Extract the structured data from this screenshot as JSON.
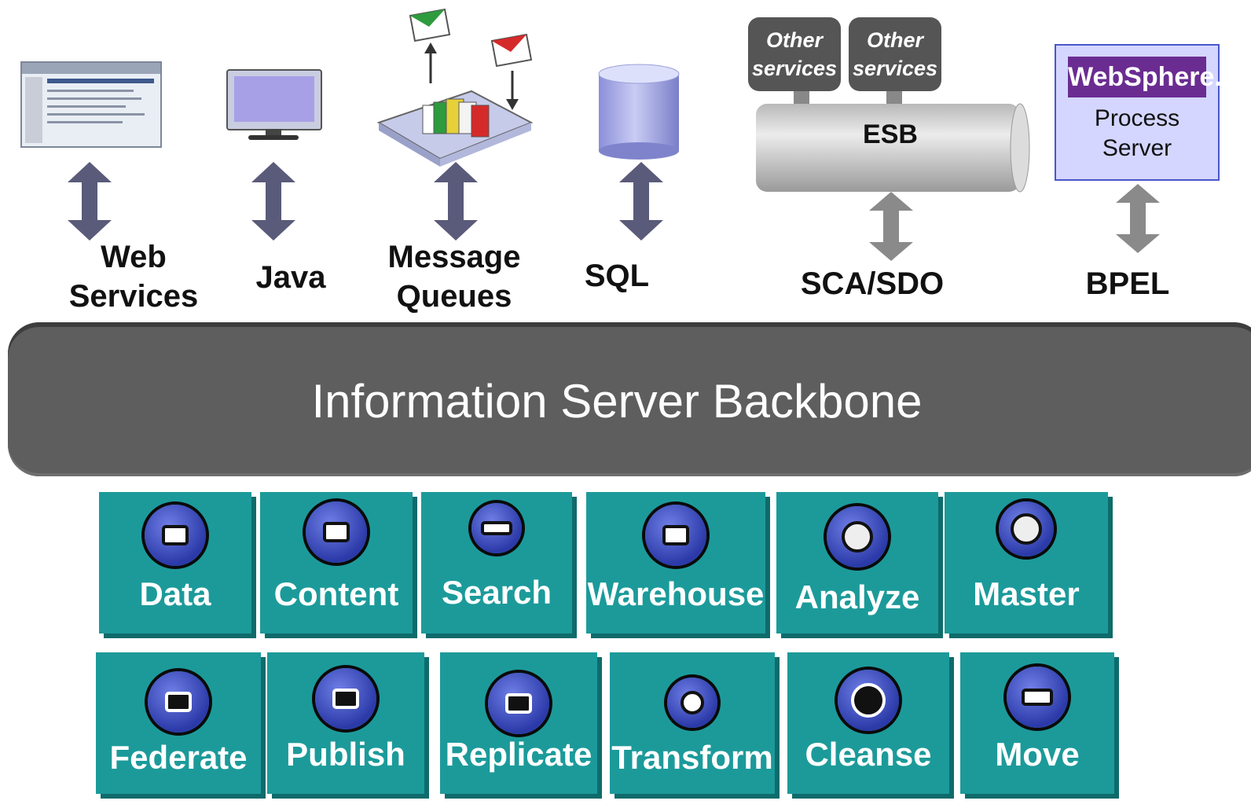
{
  "top": {
    "labels": {
      "web_services_line1": "Web",
      "web_services_line2": "Services",
      "java": "Java",
      "message_queues_line1": "Message",
      "message_queues_line2": "Queues",
      "sql": "SQL",
      "sca_sdo": "SCA/SDO",
      "bpel": "BPEL"
    },
    "esb": {
      "label": "ESB",
      "other_services": [
        {
          "line1": "Other",
          "line2": "services"
        },
        {
          "line1": "Other",
          "line2": "services"
        }
      ]
    },
    "websphere": {
      "logo": "WebSphere.",
      "line1": "Process",
      "line2": "Server"
    }
  },
  "backbone": {
    "title": "Information Server Backbone"
  },
  "tiles_row1": [
    "Data",
    "Content",
    "Search",
    "Warehouse",
    "Analyze",
    "Master"
  ],
  "tiles_row2": [
    "Federate",
    "Publish",
    "Replicate",
    "Transform",
    "Cleanse",
    "Move"
  ],
  "colors": {
    "tile": "#1c9a9a",
    "tile_shadow": "#0f6b6b",
    "backbone": "#5e5e5e",
    "arrow": "#5a5a7a",
    "websphere_box": "#d4d6ff",
    "websphere_logo": "#6a2c91"
  }
}
